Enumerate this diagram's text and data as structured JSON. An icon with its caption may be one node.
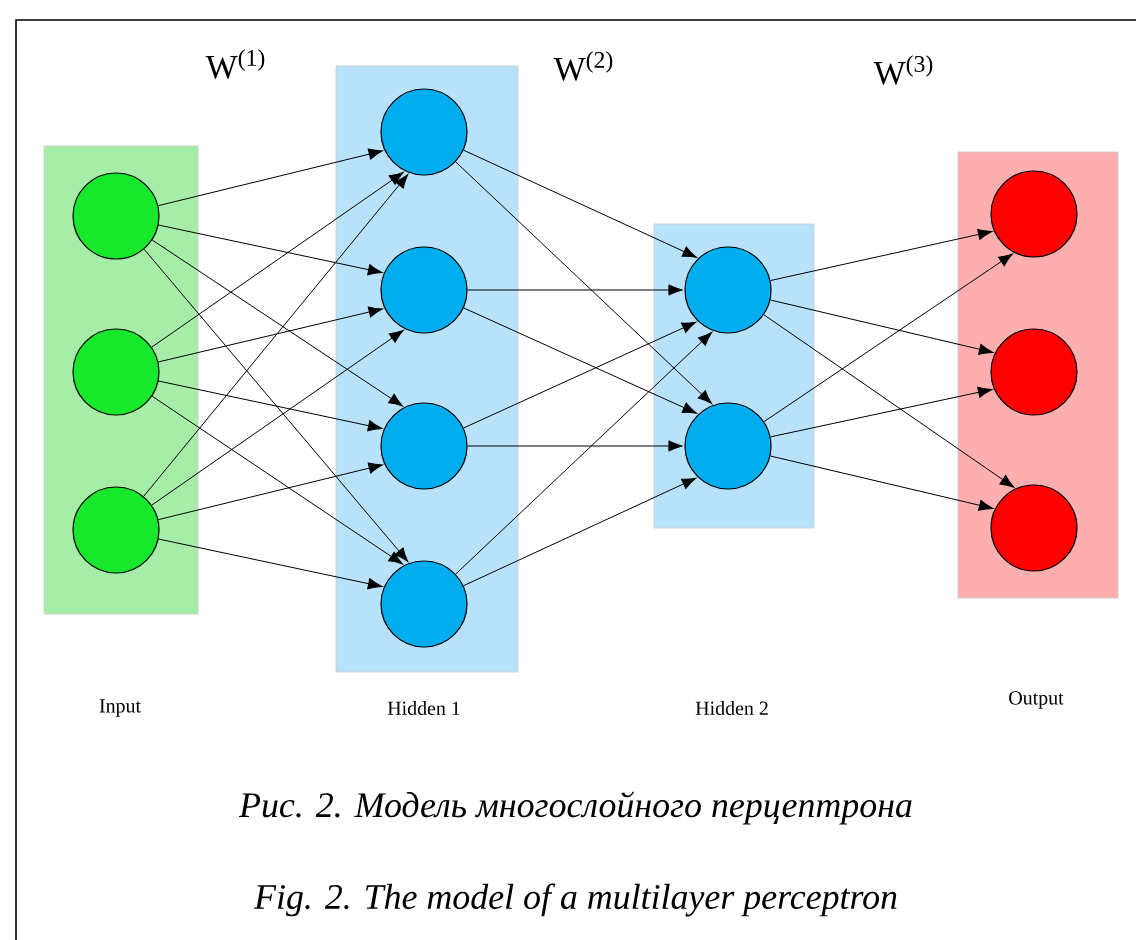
{
  "diagram": {
    "caption": "Рис. 2. Модель многослойного перцептрона",
    "nodes": [
      {
        "text": [],
        "shape": "box"
      },
      {
        "text": [],
        "shape": "circle",
        "in": 0
      },
      {
        "text": [],
        "shape": "circle",
        "in": 0
      },
      {
        "text": [],
        "shape": "circle",
        "in": 0
      },
      {
        "text": [],
        "shape": "box"
      },
      {
        "text": [],
        "shape": "circle",
        "in": 4
      },
      {
        "text": [],
        "shape": "circle",
        "in": 4
      },
      {
        "text": [],
        "shape": "circle",
        "in": 4
      },
      {
        "text": [],
        "shape": "circle",
        "in": 4
      },
      {
        "text": [],
        "shape": "box"
      },
      {
        "text": [],
        "shape": "circle",
        "in": 9
      },
      {
        "text": [],
        "shape": "circle",
        "in": 9
      },
      {
        "text": [],
        "shape": "box"
      },
      {
        "text": [],
        "shape": "circle",
        "in": 12
      },
      {
        "text": [],
        "shape": "circle",
        "in": 12
      },
      {
        "text": [],
        "shape": "circle",
        "in": 12
      }
    ],
    "edges": [
      {
        "from": 1,
        "to": 5,
        "arrow": "to"
      },
      {
        "from": 1,
        "to": 6,
        "arrow": "to"
      },
      {
        "from": 1,
        "to": 7,
        "arrow": "to"
      },
      {
        "from": 1,
        "to": 8,
        "arrow": "to"
      },
      {
        "from": 2,
        "to": 5,
        "arrow": "to"
      },
      {
        "from": 2,
        "to": 6,
        "arrow": "to"
      },
      {
        "from": 2,
        "to": 7,
        "arrow": "to"
      },
      {
        "from": 2,
        "to": 8,
        "arrow": "to"
      },
      {
        "from": 3,
        "to": 5,
        "arrow": "to"
      },
      {
        "from": 3,
        "to": 6,
        "arrow": "to"
      },
      {
        "from": 3,
        "to": 7,
        "arrow": "to"
      },
      {
        "from": 3,
        "to": 8,
        "arrow": "to"
      },
      {
        "from": 5,
        "to": 10,
        "arrow": "to"
      },
      {
        "from": 5,
        "to": 11,
        "arrow": "to"
      },
      {
        "from": 6,
        "to": 10,
        "arrow": "to"
      },
      {
        "from": 6,
        "to": 11,
        "arrow": "to"
      },
      {
        "from": 7,
        "to": 10,
        "arrow": "to"
      },
      {
        "from": 7,
        "to": 11,
        "arrow": "to"
      },
      {
        "from": 8,
        "to": 10,
        "arrow": "to"
      },
      {
        "from": 8,
        "to": 11,
        "arrow": "to"
      },
      {
        "from": 10,
        "to": 13,
        "arrow": "to"
      },
      {
        "from": 10,
        "to": 14,
        "arrow": "to"
      },
      {
        "from": 10,
        "to": 15,
        "arrow": "to"
      },
      {
        "from": 11,
        "to": 13,
        "arrow": "to"
      },
      {
        "from": 11,
        "to": 14,
        "arrow": "to"
      },
      {
        "from": 11,
        "to": 15,
        "arrow": "to"
      }
    ],
    "labels": [
      "W$^{(1)}$",
      "W$^{(2)}$",
      "W$^{(3)}$",
      "Input",
      "Hidden 1",
      "Hidden 2",
      "Output",
      "Fig. 2. The model of a multilayer perceptron"
    ]
  }
}
